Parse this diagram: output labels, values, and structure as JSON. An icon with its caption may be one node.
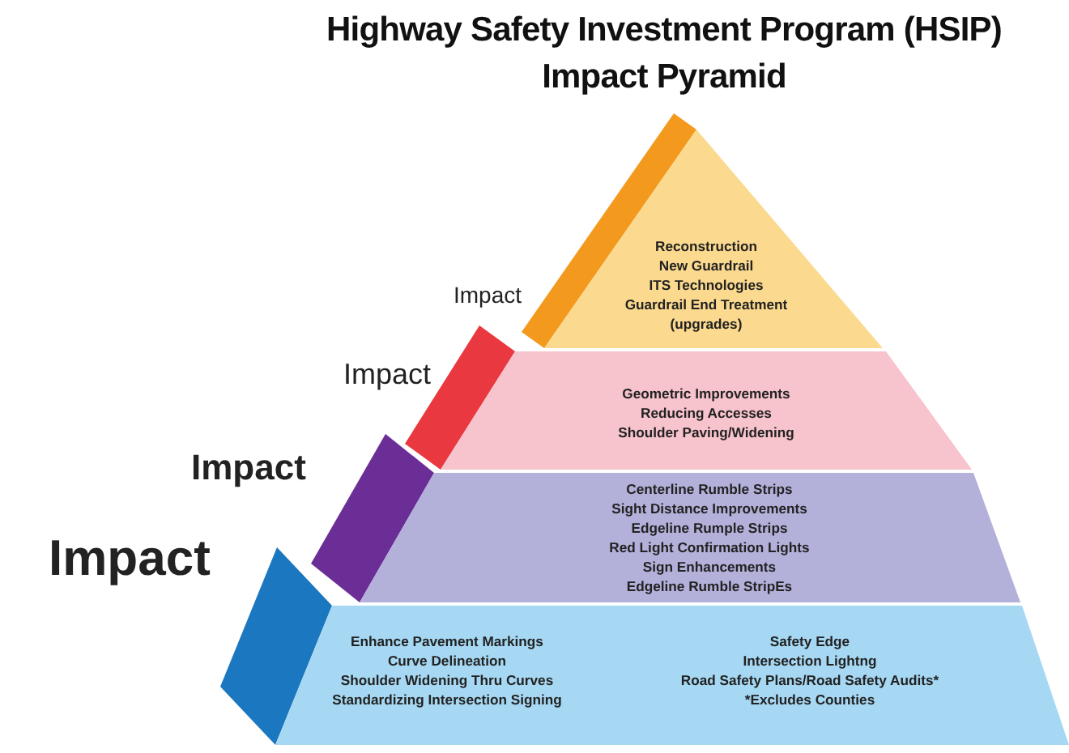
{
  "diagram": {
    "title": "Highway Safety Investment Program (HSIP) Impact Pyramid",
    "nodes": [
      {
        "text": [
          "Reconstruction",
          "New Guardrail",
          "ITS Technologies",
          "Guardrail End Treatment (upgrades)"
        ]
      },
      {
        "text": [
          "Geometric Improvements",
          "Reducing Accesses",
          "Shoulder Paving/Widening"
        ]
      },
      {
        "text": [
          "Centerline Rumble Strips",
          "Sight Distance Improvements",
          "Edgeline Rumple Strips",
          "Red Light Confirmation Lights",
          "Sign Enhancements",
          "Edgeline Rumble StripEs"
        ]
      },
      {
        "text": [
          "Enhance Pavement Markings",
          "Curve Delineation",
          "Shoulder Widening Thru Curves",
          "Standardizing Intersection Signing",
          "Safety Edge",
          "Intersection Lightng",
          "Road Safety Plans/Road Safety Audits*",
          "*Excludes Counties"
        ]
      }
    ],
    "edges": [],
    "labels": [
      "Impact",
      "Impact",
      "Impact",
      "Impact"
    ]
  }
}
